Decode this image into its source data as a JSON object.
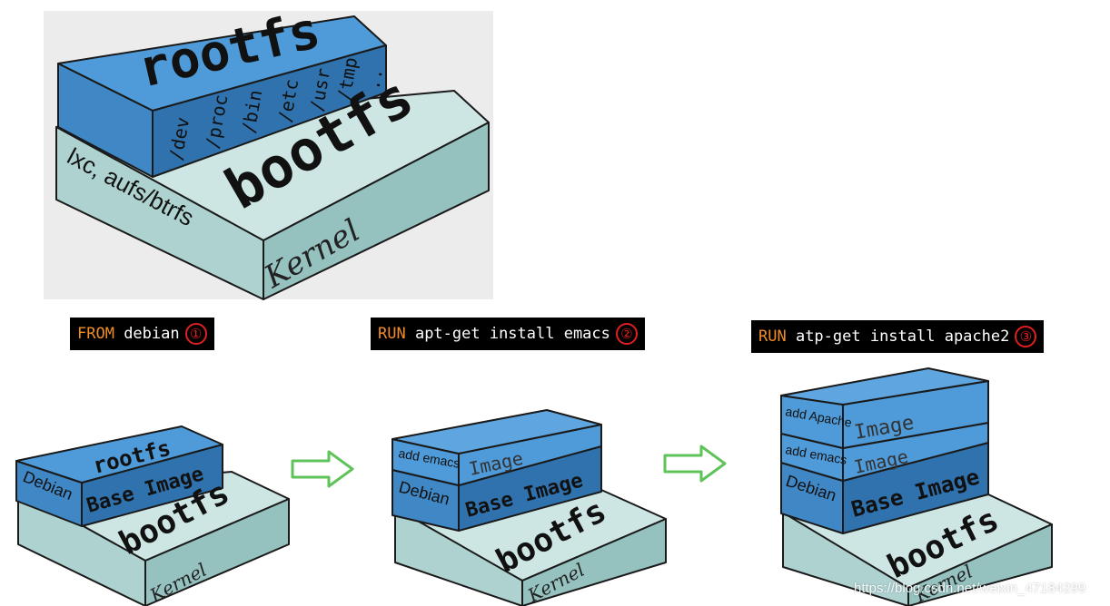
{
  "top_figure": {
    "rootfs": "rootfs",
    "dirs": [
      "/dev",
      "/proc",
      "/bin",
      "/etc",
      "/usr",
      "/tmp",
      ".."
    ],
    "bootfs": "bootfs",
    "kernel": "Kernel",
    "side": "lxc, aufs/btrfs"
  },
  "steps": [
    {
      "keyword": "FROM",
      "rest": " debian",
      "num": "①"
    },
    {
      "keyword": "RUN",
      "rest": " apt-get install emacs",
      "num": "②"
    },
    {
      "keyword": "RUN",
      "rest": " atp-get install apache2",
      "num": "③"
    }
  ],
  "stack1": {
    "rootfs": "rootfs",
    "debian": "Debian",
    "base_image": "Base Image",
    "bootfs": "bootfs",
    "kernel": "Kernel"
  },
  "stack2": {
    "add_emacs": "add emacs",
    "image": "Image",
    "debian": "Debian",
    "base_image": "Base Image",
    "bootfs": "bootfs",
    "kernel": "Kernel"
  },
  "stack3": {
    "add_apache": "add Apache",
    "image_top": "Image",
    "add_emacs": "add emacs",
    "image": "Image",
    "debian": "Debian",
    "base_image": "Base Image",
    "bootfs": "bootfs",
    "kernel": "Kernel"
  },
  "watermark": "https://blog.csdn.net/weixin_47184299",
  "colors": {
    "blue_top": "#4f9ad8",
    "blue_front": "#3f87c5",
    "blue_side": "#2f72ad",
    "teal_top": "#cde6e4",
    "teal_front": "#aed2d0",
    "teal_side": "#95c1bf",
    "arrow": "#5fc35a"
  }
}
